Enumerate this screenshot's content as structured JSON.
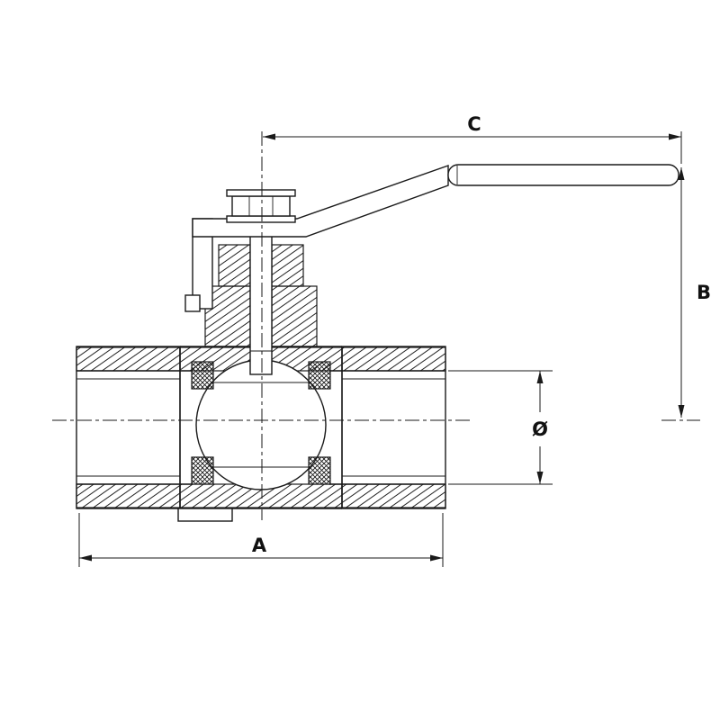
{
  "labels": {
    "dim_width": "A",
    "dim_height": "B",
    "dim_handle": "C",
    "dim_bore": "Ø"
  },
  "colors": {
    "line": "#1a1a1a",
    "background": "#ffffff"
  }
}
